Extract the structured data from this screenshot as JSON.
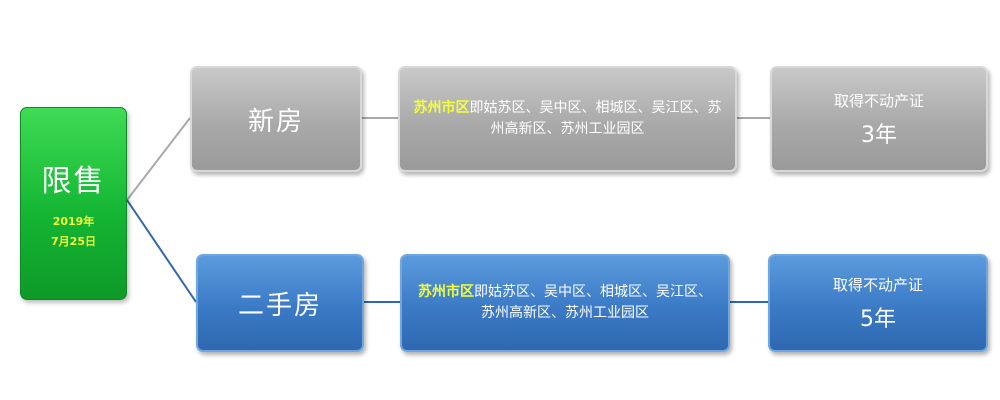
{
  "root": {
    "title": "限售",
    "date_line1": "2019年",
    "date_line2": "7月25日"
  },
  "branches": [
    {
      "type": "新房",
      "area_highlight": "苏州市区",
      "area_rest": "即姑苏区、吴中区、相城区、吴江区、苏州高新区、苏州工业园区",
      "condition_label": "取得不动产证",
      "condition_value": "3年"
    },
    {
      "type": "二手房",
      "area_highlight": "苏州市区",
      "area_rest": "即姑苏区、吴中区、相城区、吴江区、苏州高新区、苏州工业园区",
      "condition_label": "取得不动产证",
      "condition_value": "5年"
    }
  ],
  "colors": {
    "root": "#14b633",
    "branch_new": "#a9a9a9",
    "branch_second": "#3b7ac6",
    "highlight_text": "#f4ff3a",
    "connector_new": "#a9a9a9",
    "connector_second": "#2f68b0"
  }
}
